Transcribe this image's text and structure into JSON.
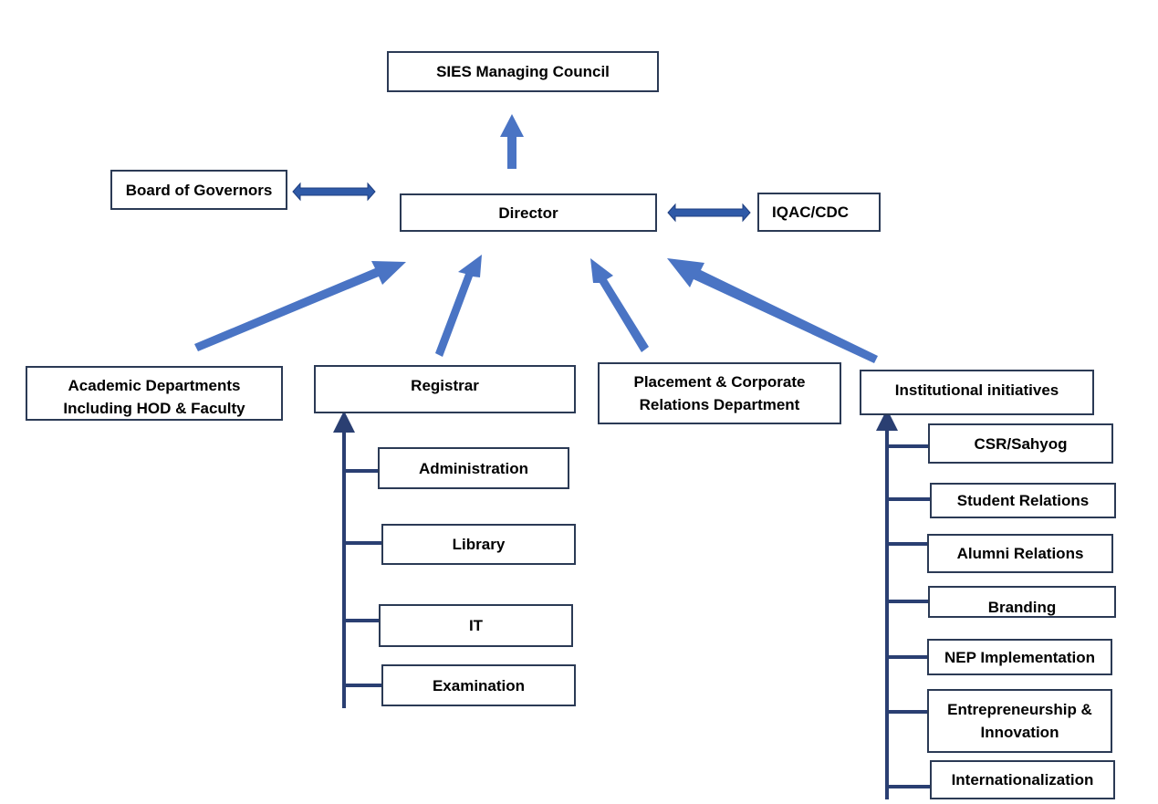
{
  "title": "",
  "colors": {
    "arrow_fill": "#4a74c4",
    "double_arrow_fill": "#2f5aa8",
    "connector_stroke": "#2a3f72",
    "box_border": "#2b3a55",
    "text": "#000000"
  },
  "nodes": {
    "managing_council": "SIES Managing Council",
    "board_of_governors": "Board of Governors",
    "director": "Director",
    "iqac_cdc": "IQAC/CDC",
    "academic_departments": "Academic Departments Including HOD & Faculty",
    "registrar": "Registrar",
    "placement": "Placement & Corporate Relations Department",
    "institutional_initiatives": "Institutional initiatives"
  },
  "registrar_units": [
    "Administration",
    "Library",
    "IT",
    "Examination"
  ],
  "initiative_units": [
    "CSR/Sahyog",
    "Student Relations",
    "Alumni Relations",
    "Branding",
    "NEP Implementation",
    "Entrepreneurship & Innovation",
    "Internationalization"
  ],
  "relations": [
    {
      "from": "Director",
      "to": "SIES Managing Council",
      "type": "reports-to"
    },
    {
      "from": "Director",
      "to": "Board of Governors",
      "type": "bidirectional"
    },
    {
      "from": "Director",
      "to": "IQAC/CDC",
      "type": "bidirectional"
    },
    {
      "from": "Academic Departments Including HOD & Faculty",
      "to": "Director",
      "type": "reports-to"
    },
    {
      "from": "Registrar",
      "to": "Director",
      "type": "reports-to"
    },
    {
      "from": "Placement & Corporate Relations Department",
      "to": "Director",
      "type": "reports-to"
    },
    {
      "from": "Institutional initiatives",
      "to": "Director",
      "type": "reports-to"
    }
  ]
}
